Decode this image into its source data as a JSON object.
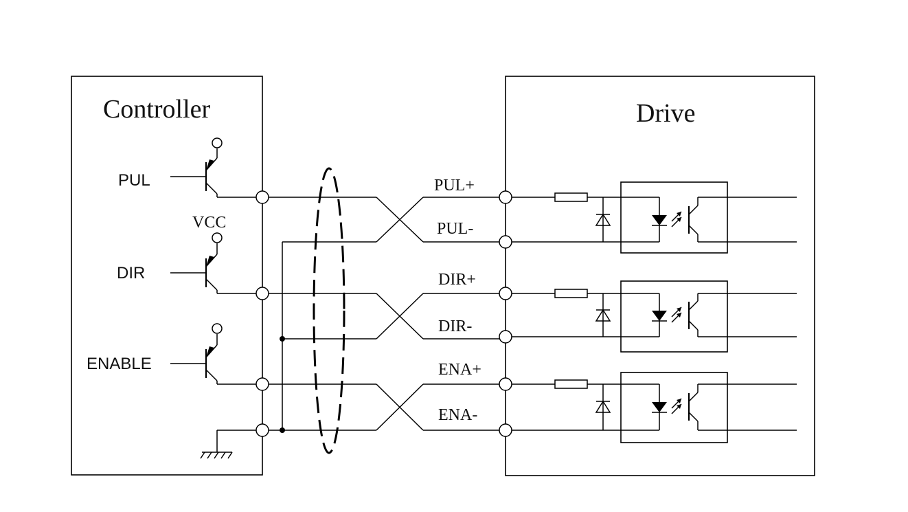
{
  "controller": {
    "title": "Controller",
    "vcc_label": "VCC",
    "signals": [
      {
        "label": "PUL"
      },
      {
        "label": "DIR"
      },
      {
        "label": "ENABLE"
      }
    ]
  },
  "drive": {
    "title": "Drive",
    "pins": [
      {
        "label": "PUL+"
      },
      {
        "label": "PUL-"
      },
      {
        "label": "DIR+"
      },
      {
        "label": "DIR-"
      },
      {
        "label": "ENA+"
      },
      {
        "label": "ENA-"
      }
    ]
  }
}
